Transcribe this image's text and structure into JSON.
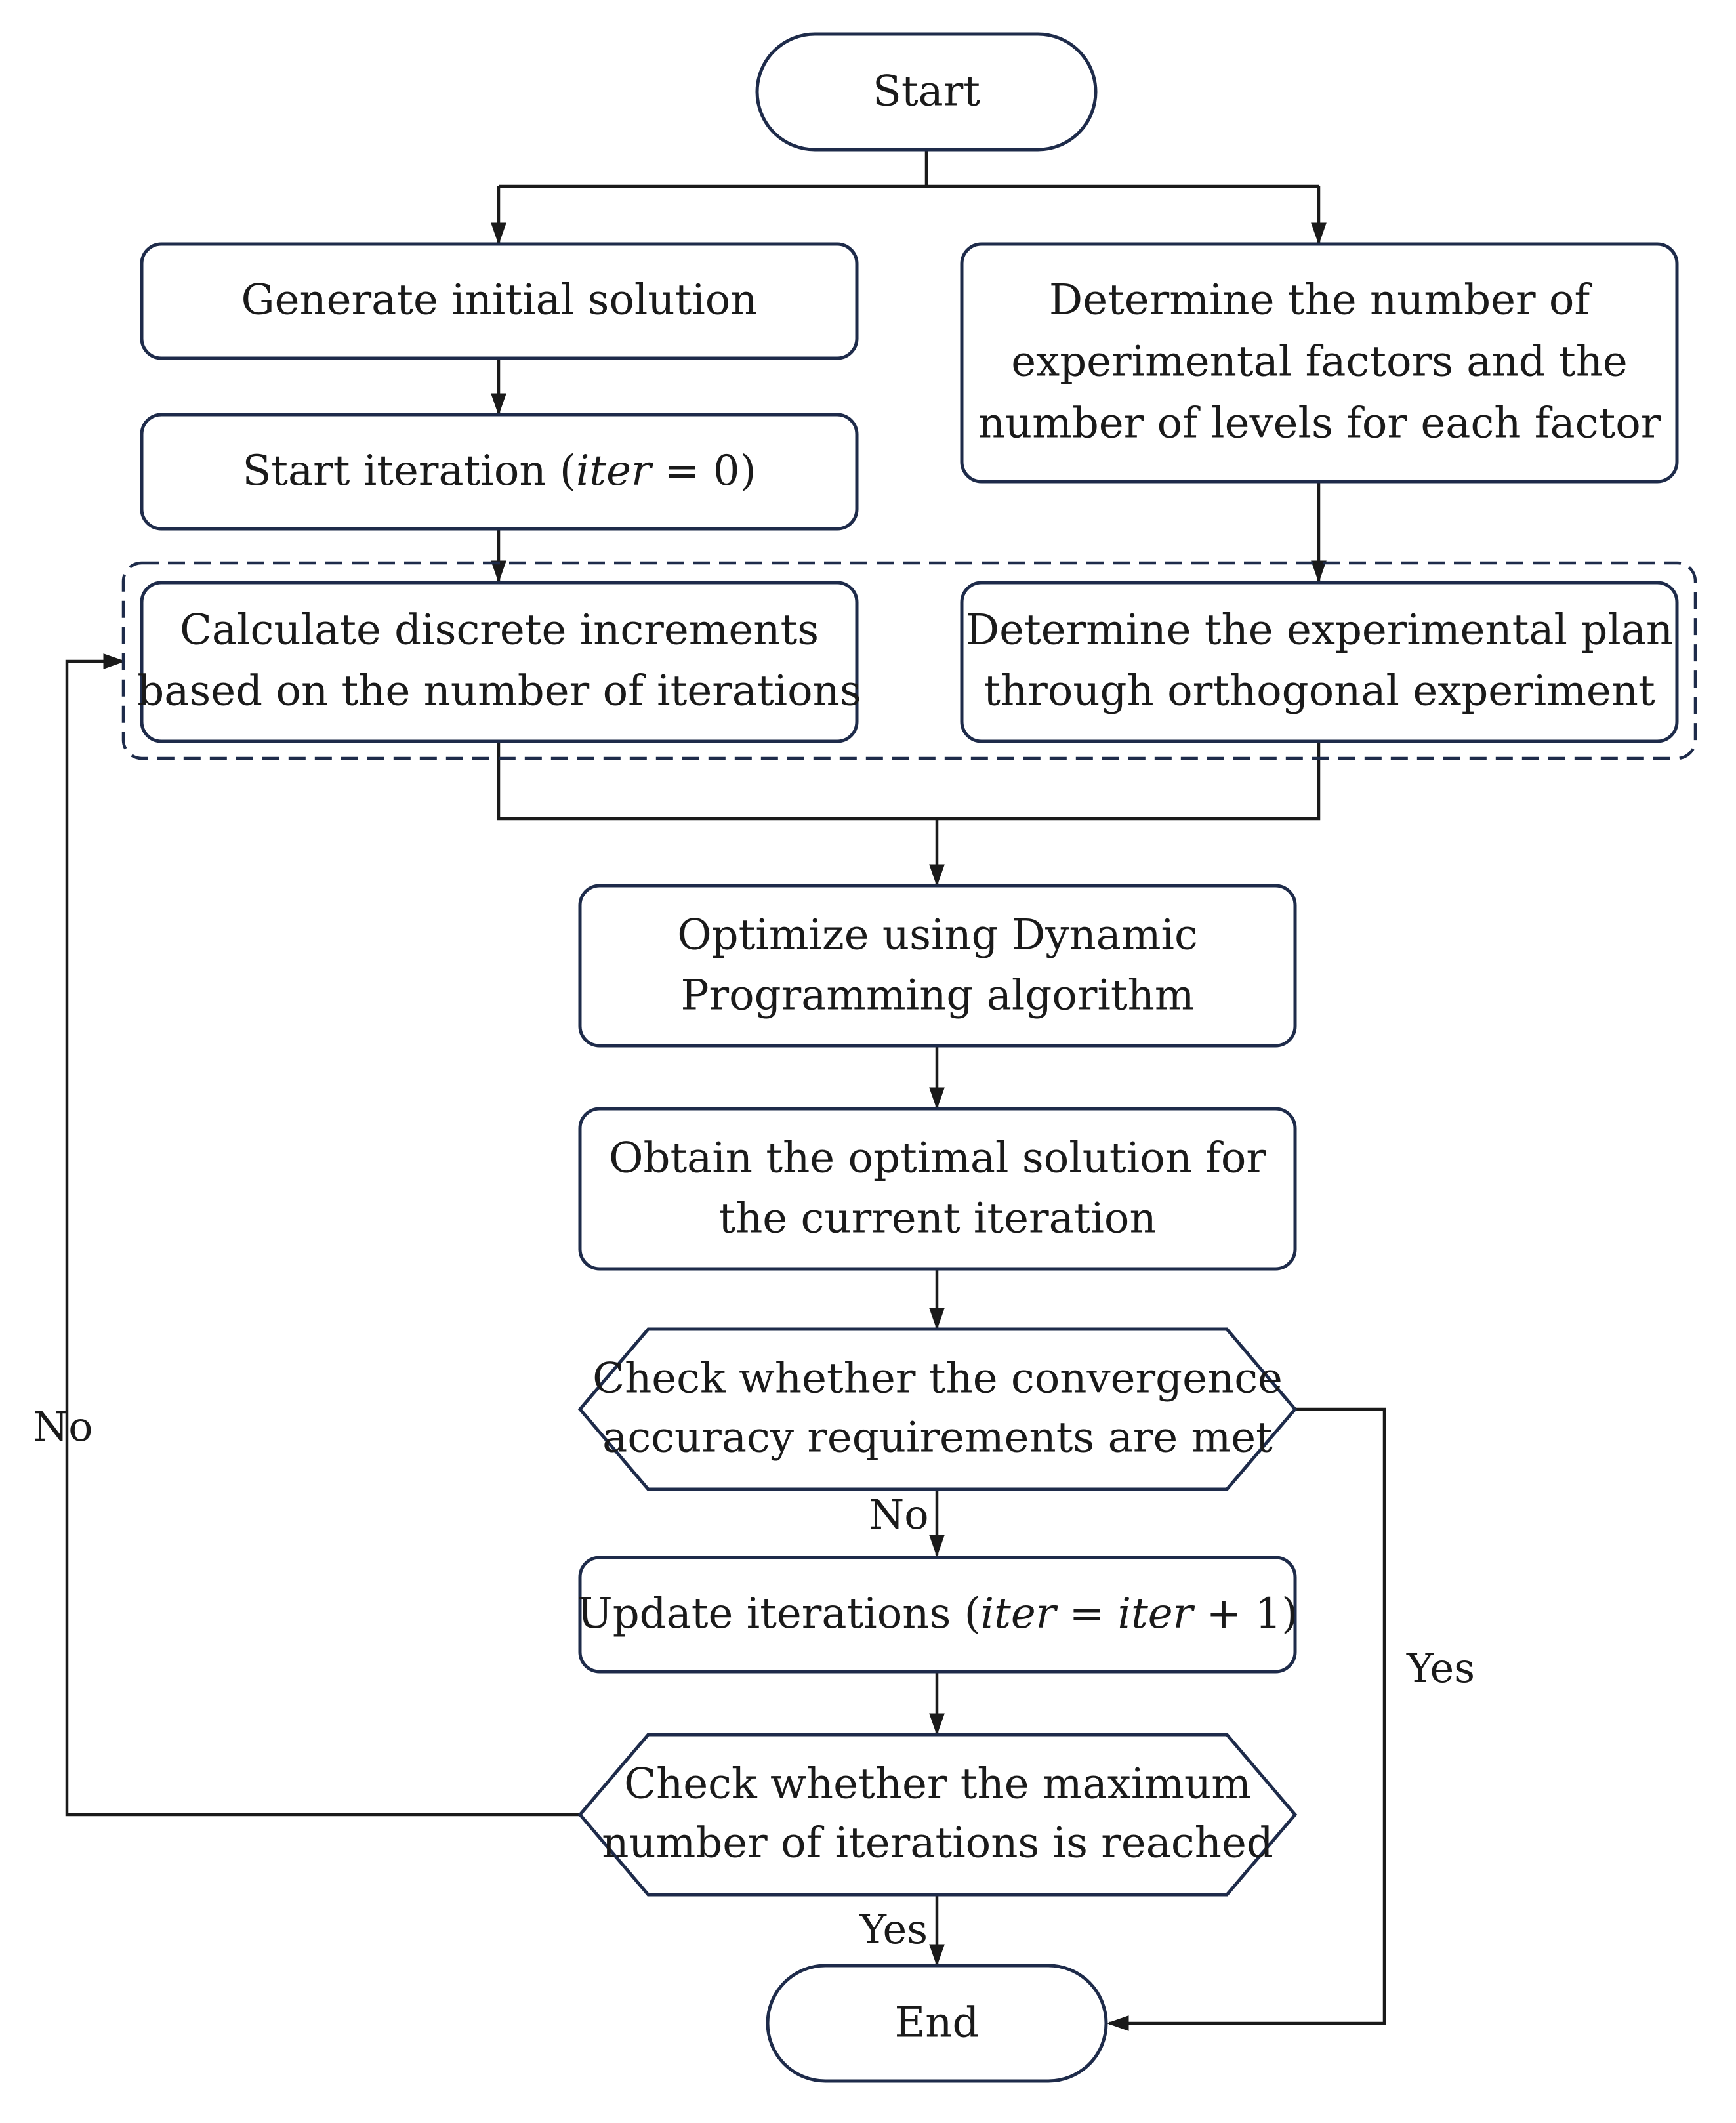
{
  "nodes": {
    "start": "Start",
    "generate": "Generate initial solution",
    "determine_factors": [
      "Determine the number of",
      "experimental factors and the",
      "number of levels for each factor"
    ],
    "start_iter": {
      "prefix": "Start iteration (",
      "var": "iter",
      "suffix": " = 0)"
    },
    "calc": [
      "Calculate discrete increments",
      "based on the number of iterations"
    ],
    "plan": [
      "Determine the experimental plan",
      "through orthogonal experiment"
    ],
    "optimize": [
      "Optimize using Dynamic",
      "Programming algorithm"
    ],
    "obtain": [
      "Obtain the optimal solution for",
      "the current iteration"
    ],
    "check_conv": [
      "Check whether the convergence",
      "accuracy requirements are met"
    ],
    "update": {
      "prefix": "Update iterations (",
      "var1": "iter",
      "mid": " = ",
      "var2": "iter",
      "suffix": " + 1)"
    },
    "check_max": [
      "Check whether the maximum",
      "number of iterations is reached"
    ],
    "end": "End"
  },
  "edge_labels": {
    "conv_no": "No",
    "conv_yes": "Yes",
    "max_no": "No",
    "max_yes": "Yes"
  }
}
